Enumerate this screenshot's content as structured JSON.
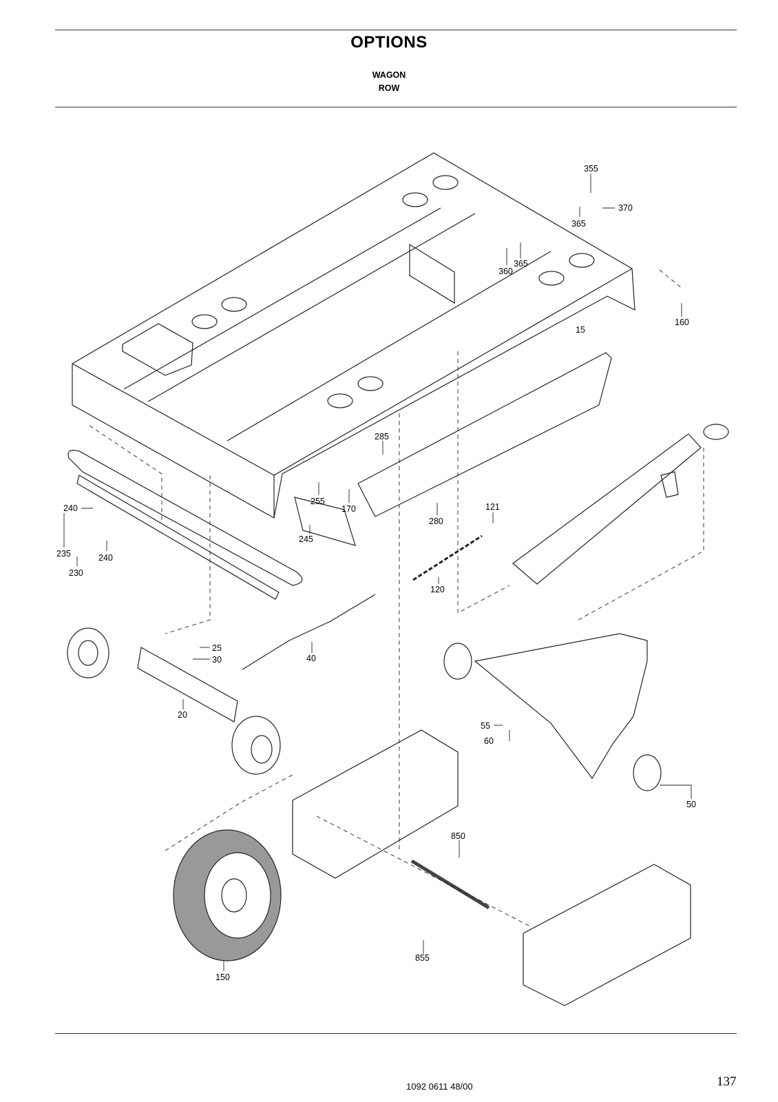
{
  "header": {
    "title": "OPTIONS",
    "subtitle_1": "WAGON",
    "subtitle_2": "ROW"
  },
  "diagram": {
    "callouts": [
      "355",
      "370",
      "365",
      "365",
      "360",
      "160",
      "15",
      "285",
      "255",
      "170",
      "245",
      "280",
      "121",
      "240",
      "235",
      "240",
      "230",
      "120",
      "25",
      "30",
      "40",
      "20",
      "55",
      "60",
      "50",
      "850",
      "855",
      "150"
    ]
  },
  "footer": {
    "doc_number": "1092 0611 48/00",
    "page_number": "137"
  }
}
